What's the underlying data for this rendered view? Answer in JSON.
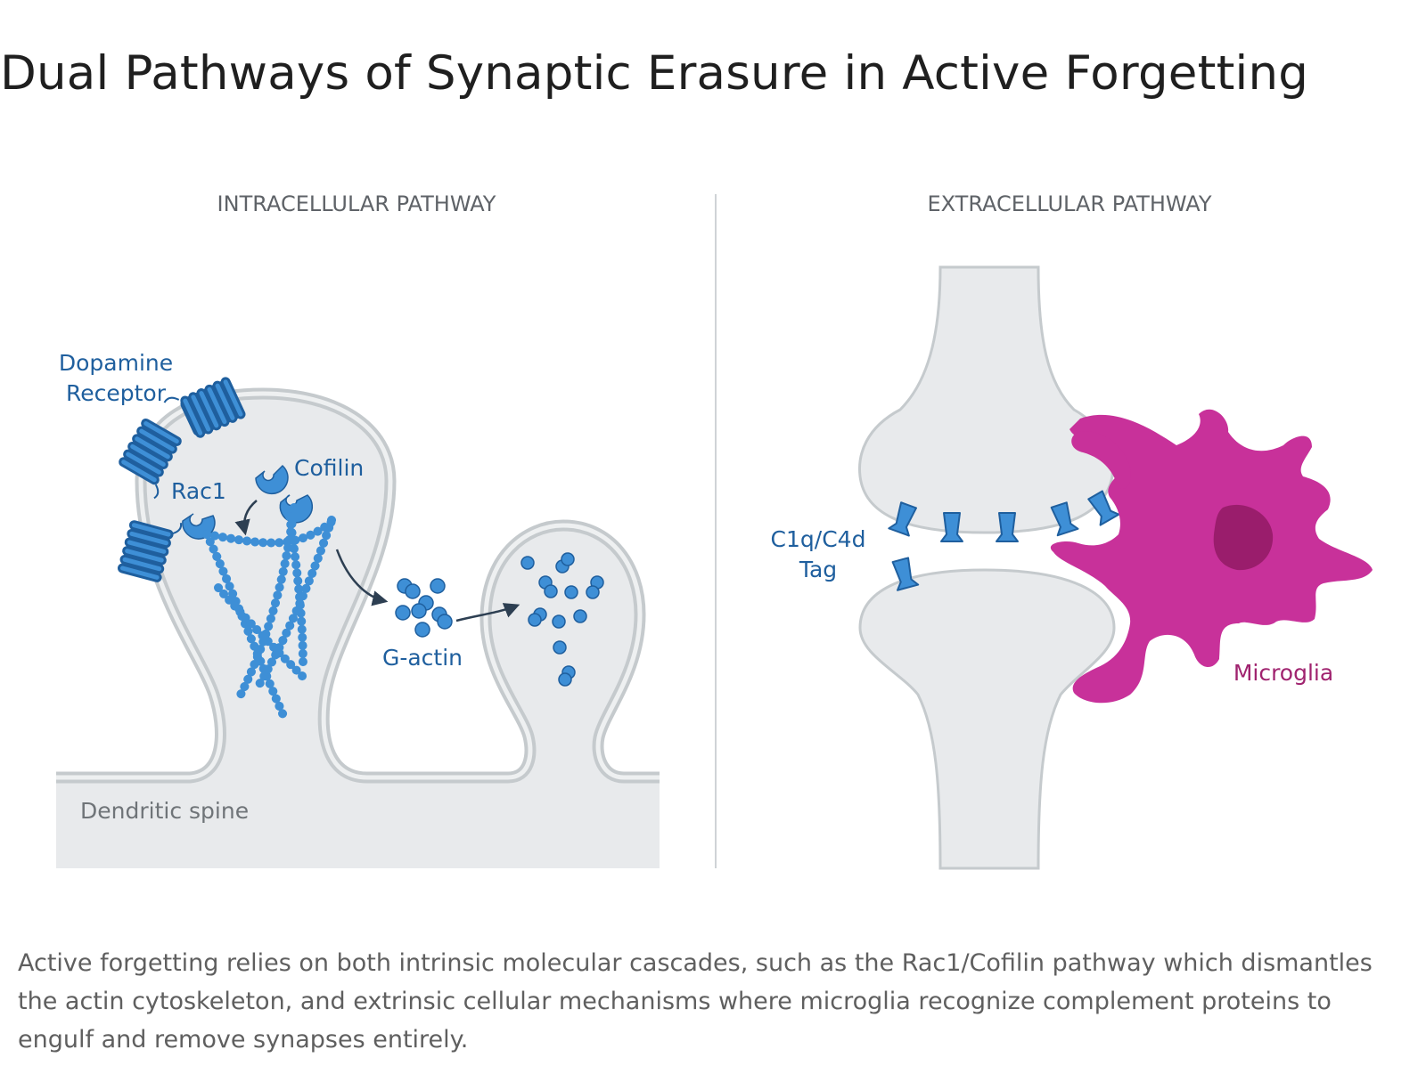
{
  "title": "Dual Pathways of Synaptic Erasure in Active Forgetting",
  "panels": {
    "intracellular": {
      "heading": "INTRACELLULAR PATHWAY",
      "labels": {
        "dopamine_line1": "Dopamine",
        "dopamine_line2": "Receptor",
        "cofilin": "Cofilin",
        "rac1": "Rac1",
        "g_actin": "G-actin",
        "dendritic_spine": "Dendritic spine"
      }
    },
    "extracellular": {
      "heading": "EXTRACELLULAR PATHWAY",
      "labels": {
        "tag_line1": "C1q/C4d",
        "tag_line2": "Tag",
        "microglia": "Microglia"
      }
    }
  },
  "colors": {
    "protein_blue": "#3e8fd6",
    "label_blue": "#1f5f9e",
    "membrane": "#c5cacd",
    "cytoplasm": "#e8eaec",
    "microglia": "#c8319a",
    "microglia_nucleus": "#9a1d6c",
    "microglia_label": "#a0236f",
    "arrow": "#2d3f52"
  },
  "caption": "Active forgetting relies on both intrinsic molecular cascades, such as the Rac1/Cofilin pathway which dismantles the actin cytoskeleton, and extrinsic cellular mechanisms where microglia recognize complement proteins to engulf and remove synapses entirely."
}
